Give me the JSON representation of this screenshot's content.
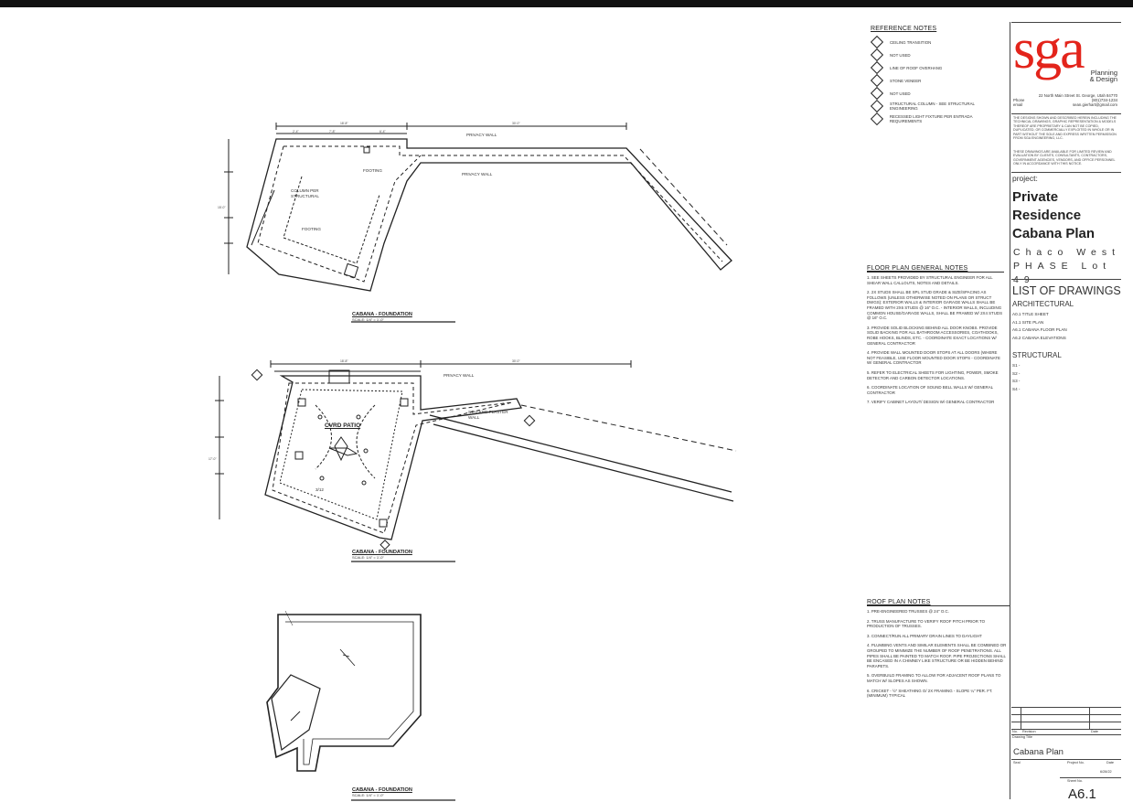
{
  "reference_notes": {
    "title": "REFERENCE NOTES",
    "items": [
      {
        "tag": "1",
        "text": "CEILING TRANSITION"
      },
      {
        "tag": "2",
        "text": "NOT USED"
      },
      {
        "tag": "3",
        "text": "LINE OF ROOF OVERHANG"
      },
      {
        "tag": "4",
        "text": "STONE VENEER"
      },
      {
        "tag": "5",
        "text": "NOT USED"
      },
      {
        "tag": "6",
        "text": "STRUCTURAL COLUMN - SEE STRUCTURAL ENGINEERING"
      },
      {
        "tag": "7",
        "text": "RECESSED LIGHT FIXTURE PER ENTRADA REQUIREMENTS"
      }
    ]
  },
  "floor_notes": {
    "title": "FLOOR PLAN GENERAL NOTES",
    "items": [
      "1. SEE SHEETS PROVIDED BY STRUCTURAL ENGINEER FOR ALL SHEAR WALL CALLOUTS, NOTES AND DETAILS.",
      "2. 2X STUDS SHALL BE SPL STUD GRADE & SIZE/SPACING AS FOLLOWS (UNLESS OTHERWISE NOTED ON PLANS OR STRUCT DWGS): EXTERIOR WALLS & INTERIOR GARAGE WALLS SHALL BE FRAMED WITH 2X6 STUDS @ 16\" O.C. - INTERIOR WALLS, INCLUDING COMMON HOUSE/GARAGE WALLS, SHALL BE FRAMED W/ 2X4 STUDS @ 16\" O.C.",
      "3. PROVIDE SOLID BLOCKING BEHIND ALL DOOR KNOBS. PROVIDE SOLID BACKING FOR ALL BATHROOM ACCESSORIES, COATHOOKS, ROBE HOOKS, BLINDS, ETC. - COORDINATE EXACT LOCATIONS W/ GENERAL CONTRACTOR",
      "4. PROVIDE WALL MOUNTED DOOR STOPS AT ALL DOORS (WHERE NOT FEASIBLE, USE FLOOR MOUNTED DOOR STOPS - COORDINATE W/ GENERAL CONTRACTOR",
      "5. REFER TO ELECTRICAL SHEETS FOR LIGHTING, POWER, SMOKE DETECTOR AND CARBON DETECTOR LOCATIONS.",
      "6. COORDINATE LOCATION OF SOUND BELL WALLS W/ GENERAL CONTRACTOR",
      "7. VERIFY CABINET LAYOUT/ DESIGN W/ GENERAL CONTRACTOR"
    ]
  },
  "roof_notes": {
    "title": "ROOF PLAN NOTES",
    "items": [
      "1. PRE-ENGINEERED TRUSSES @ 24\" O.C.",
      "2. TRUSS MANUFACTURE TO VERIFY ROOF PITCH PRIOR TO PRODUCTION OF TRUSSES.",
      "3. CONNECT/RUN ALL PRIMARY DRAIN LINES TO DAYLIGHT",
      "4. PLUMBING VENTS AND SIMILAR ELEMENTS SHALL BE COMBINED OR GROUPED TO MINIMIZE THE NUMBER OF ROOF PENETRATIONS. ALL PIPES SHALL BE PAINTED TO MATCH ROOF. PIPE PROJECTIONS SHALL BE ENCASED IN A CHIMNEY LIKE STRUCTURE OR BE HIDDEN BEHIND PARAPETS.",
      "5. OVERBUILD FRAMING TO ALLOW FOR ADJACENT ROOF PLANS TO MATCH W/ SLOPES AS SHOWN.",
      "6. CRICKET - ½\" SHEATHING O/ 2X FRAMING - SLOPE ¼\" PER. FT. (MINIMUM) TYPICAL"
    ]
  },
  "titleblock": {
    "logo_text": "sga",
    "logo_sub1": "Planning",
    "logo_sub2": "& Design",
    "address": "22 North Main Street St. George, Utah 84770",
    "phone_label": "Phone",
    "phone": "(801)734-1234",
    "email_label": "email",
    "email": "sean.gierhart@gmail.com",
    "copyright": "THE DESIGNS SHOWN AND DESCRIBED HEREIN INCLUDING THE TECHNICAL DRAWINGS, GRAPHIC REPRESENTATION & MODELS THEREOF ARE PROPRIETARY & CAN NOT BE COPIED, DUPLICATED, OR COMMERCIALLY EXPLOITED IN WHOLE OR IN PART WITHOUT THE SOLE AND EXPRESS WRITTEN PERMISSION FROM SGA ENGINEERING, LLC.",
    "review": "THESE DRAWINGS ARE AVAILABLE FOR LIMITED REVIEW AND EVALUATION BY CLIENTS, CONSULTANTS, CONTRACTORS, GOVERNMENT AGENCIES, VENDORS, AND OFFICE PERSONNEL ONLY IN ACCORDANCE WITH THIS NOTICE.",
    "project_label": "project:",
    "project_line1": "Private Residence",
    "project_line2": "Cabana Plan",
    "subdivision_line1": "Chaco West",
    "subdivision_line2": "PHASE Lot 49",
    "lod_title": "LIST OF DRAWINGS",
    "architectural_label": "ARCHITECTURAL",
    "architectural": [
      "A0.1   TITLE SHEET",
      "A1.1   SITE PLAN",
      "A6.1   CABANA FLOOR PLAN",
      "A6.2   CABANA ELEVATIONS"
    ],
    "structural_label": "STRUCTURAL",
    "structural": [
      "S1      -",
      "S2      -",
      "S3      -",
      "S4      -"
    ],
    "rev_col_no": "No.",
    "rev_col_revision": "Revision",
    "rev_col_date": "Date",
    "drawing_title_label": "Drawing Title",
    "drawing_title": "Cabana Plan",
    "seal_label": "Seal",
    "project_no_label": "Project No.",
    "date_label": "Date",
    "date_value": "6/28/22",
    "sheet_no_label": "Sheet No.",
    "sheet_no": "A6.1"
  },
  "plans": [
    {
      "caption": "CABANA - FOUNDATION",
      "scale": "SCALE: 1/4\" = 1'-0\""
    },
    {
      "caption": "CABANA - FOUNDATION",
      "scale": "SCALE: 1/4\" = 1'-0\""
    },
    {
      "caption": "CABANA - FOUNDATION",
      "scale": "SCALE: 1/4\" = 1'-0\""
    }
  ],
  "plan_labels": {
    "patio": "CVRD PATIO",
    "privacy_wall": "PRIVACY WALL",
    "stacked_wall": "STACKED PLASTER WALL",
    "footing": "FOOTING",
    "column": "COLUMN PER STRUCTURAL",
    "roof_slope": "3/12"
  }
}
